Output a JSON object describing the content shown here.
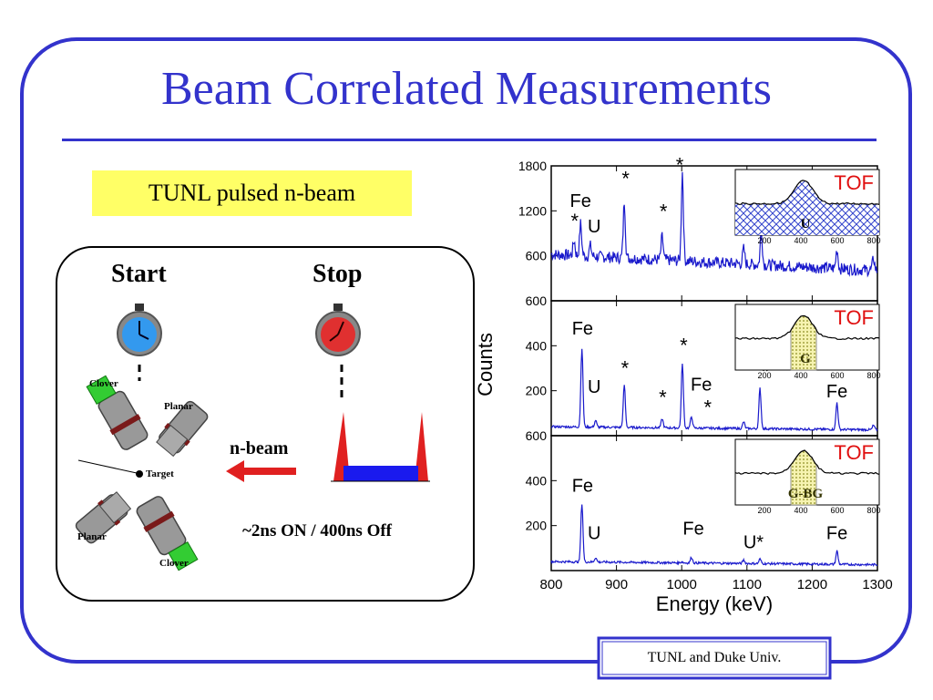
{
  "slide": {
    "title": "Beam Correlated Measurements",
    "subtitle": "TUNL pulsed n-beam",
    "footer": "TUNL and Duke Univ."
  },
  "diagram": {
    "start_label": "Start",
    "stop_label": "Stop",
    "beam_label": "n-beam",
    "timing_label": "~2ns ON / 400ns Off",
    "detectors": {
      "clover_top": "Clover",
      "planar_top": "Planar",
      "target": "Target",
      "planar_bottom": "Planar",
      "clover_bottom": "Clover"
    }
  },
  "chart_data": {
    "type": "line",
    "xlabel": "Energy  (keV)",
    "ylabel": "Counts",
    "xlim": [
      800,
      1300
    ],
    "xticks": [
      "800",
      "900",
      "1000",
      "1100",
      "1200",
      "1300"
    ],
    "line_color": "#1a1acc",
    "panels": [
      {
        "yticks": [
          "1800",
          "1200",
          "600",
          "600"
        ],
        "ylim": [
          0,
          1800
        ],
        "baseline": 620,
        "peaks": [
          [
            835,
            820
          ],
          [
            845,
            1050
          ],
          [
            860,
            760
          ],
          [
            912,
            1380
          ],
          [
            970,
            930
          ],
          [
            1001,
            1800
          ],
          [
            1095,
            820
          ],
          [
            1122,
            1070
          ],
          [
            1238,
            880
          ],
          [
            1294,
            780
          ]
        ],
        "labels": [
          {
            "text": "Fe",
            "x": 845,
            "y": 1250
          },
          {
            "text": "U",
            "x": 866,
            "y": 910
          },
          {
            "text": "*",
            "x": 836,
            "y": 970
          },
          {
            "text": "*",
            "x": 914,
            "y": 1540
          },
          {
            "text": "*",
            "x": 972,
            "y": 1100
          },
          {
            "text": "*",
            "x": 997,
            "y": 1720
          },
          {
            "text": "*",
            "x": 1096,
            "y": 990
          },
          {
            "text": "*",
            "x": 1240,
            "y": 990
          },
          {
            "text": "*",
            "x": 1293,
            "y": 860
          }
        ],
        "inset": {
          "title": "TOF",
          "tag": "U",
          "xticks": [
            "200",
            "400",
            "600",
            "800"
          ],
          "fill": "hatch"
        }
      },
      {
        "yticks": [
          "400",
          "200"
        ],
        "ylim": [
          0,
          600
        ],
        "baseline": 40,
        "peaks": [
          [
            847,
            390
          ],
          [
            868,
            70
          ],
          [
            912,
            230
          ],
          [
            970,
            80
          ],
          [
            1001,
            330
          ],
          [
            1015,
            90
          ],
          [
            1095,
            70
          ],
          [
            1120,
            220
          ],
          [
            1238,
            160
          ],
          [
            1294,
            60
          ]
        ],
        "labels": [
          {
            "text": "Fe",
            "x": 848,
            "y": 450
          },
          {
            "text": "U",
            "x": 866,
            "y": 190
          },
          {
            "text": "*",
            "x": 913,
            "y": 270
          },
          {
            "text": "*",
            "x": 971,
            "y": 140
          },
          {
            "text": "*",
            "x": 1003,
            "y": 370
          },
          {
            "text": "Fe",
            "x": 1030,
            "y": 200
          },
          {
            "text": "*",
            "x": 1040,
            "y": 95
          },
          {
            "text": "*",
            "x": 1128,
            "y": 255
          },
          {
            "text": "Fe",
            "x": 1238,
            "y": 170
          }
        ],
        "inset": {
          "title": "TOF",
          "tag": "G",
          "xticks": [
            "200",
            "400",
            "600",
            "800"
          ],
          "fill": "dots"
        }
      },
      {
        "yticks": [
          "600",
          "400",
          "200"
        ],
        "ylim": [
          0,
          600
        ],
        "baseline": 40,
        "peaks": [
          [
            847,
            300
          ],
          [
            868,
            60
          ],
          [
            1000,
            45
          ],
          [
            1015,
            65
          ],
          [
            1095,
            55
          ],
          [
            1120,
            60
          ],
          [
            1238,
            100
          ]
        ],
        "labels": [
          {
            "text": "Fe",
            "x": 848,
            "y": 350
          },
          {
            "text": "U",
            "x": 866,
            "y": 140
          },
          {
            "text": "Fe",
            "x": 1018,
            "y": 160
          },
          {
            "text": "U*",
            "x": 1110,
            "y": 100
          },
          {
            "text": "Fe",
            "x": 1238,
            "y": 140
          }
        ],
        "inset": {
          "title": "TOF",
          "tag": "G-BG",
          "xticks": [
            "200",
            "400",
            "600",
            "800"
          ],
          "fill": "dots"
        }
      }
    ]
  }
}
